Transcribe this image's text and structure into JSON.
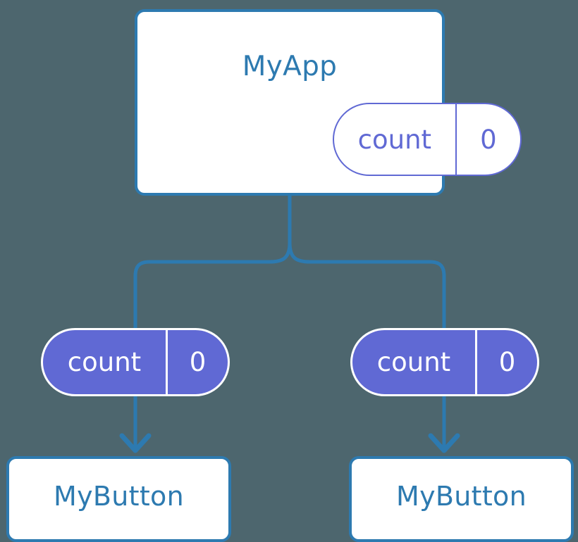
{
  "diagram": {
    "type": "component-tree",
    "background_color": "#4d666e",
    "accent_color": "#2d7ab0",
    "state_color": "#6069d4",
    "root": {
      "title": "MyApp",
      "state": {
        "key": "count",
        "value": "0"
      }
    },
    "children": [
      {
        "title": "MyButton",
        "props": {
          "key": "count",
          "value": "0"
        }
      },
      {
        "title": "MyButton",
        "props": {
          "key": "count",
          "value": "0"
        }
      }
    ]
  }
}
